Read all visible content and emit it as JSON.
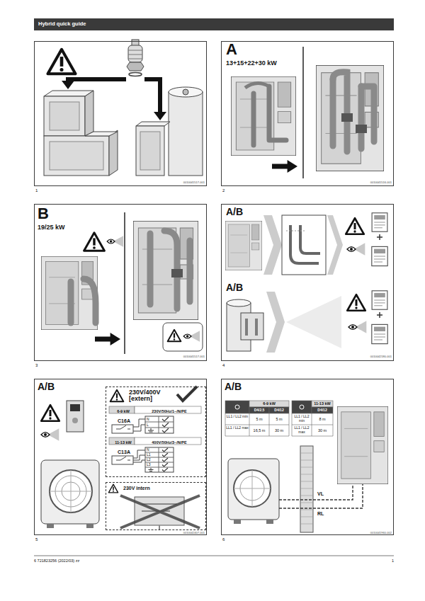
{
  "diagram": {
    "title": "Hybrid quick guide",
    "nodes": [
      {
        "text": [
          "0010041517-001"
        ]
      },
      {
        "text": [
          "A",
          "13+15+22+30 kW",
          "0010041516-001"
        ]
      },
      {
        "text": [
          "B",
          "19/25 kW",
          "0010041517-001"
        ]
      },
      {
        "text": [
          "A/B",
          "A/B",
          "0010042180-001"
        ]
      },
      {
        "text": [
          "A/B",
          "0010042407-001"
        ]
      },
      {
        "text": [
          "230V/400V [extern]",
          "6-9 kW",
          "230V/50Hz/1~/N/PE",
          "C16A",
          "11-13 kW",
          "400V/50Hz/3~/N/PE",
          "C13A"
        ],
        "in": 4
      },
      {
        "text": [
          "230V intern"
        ],
        "in": 4
      },
      {
        "text": [
          "A/B",
          "0010041960-002"
        ]
      }
    ],
    "labels": [
      "1",
      "2",
      "3",
      "4",
      "5",
      "6",
      "6 721823256 (2022/03) zz",
      "1",
      "N",
      "L",
      "N",
      "L1",
      "L2",
      "L3",
      "6-9 kW",
      "11-13 kW",
      "D4/2.5",
      "D4/12",
      "D4/12",
      "LL1 / LL2 min",
      "5 m",
      "5 m",
      "LL1 / LL2 max",
      "16,5 m",
      "30 m",
      "LL1 / LL2 min",
      "8 m",
      "LL1 / LL2 max",
      "30 m",
      "VL",
      "RL"
    ]
  }
}
